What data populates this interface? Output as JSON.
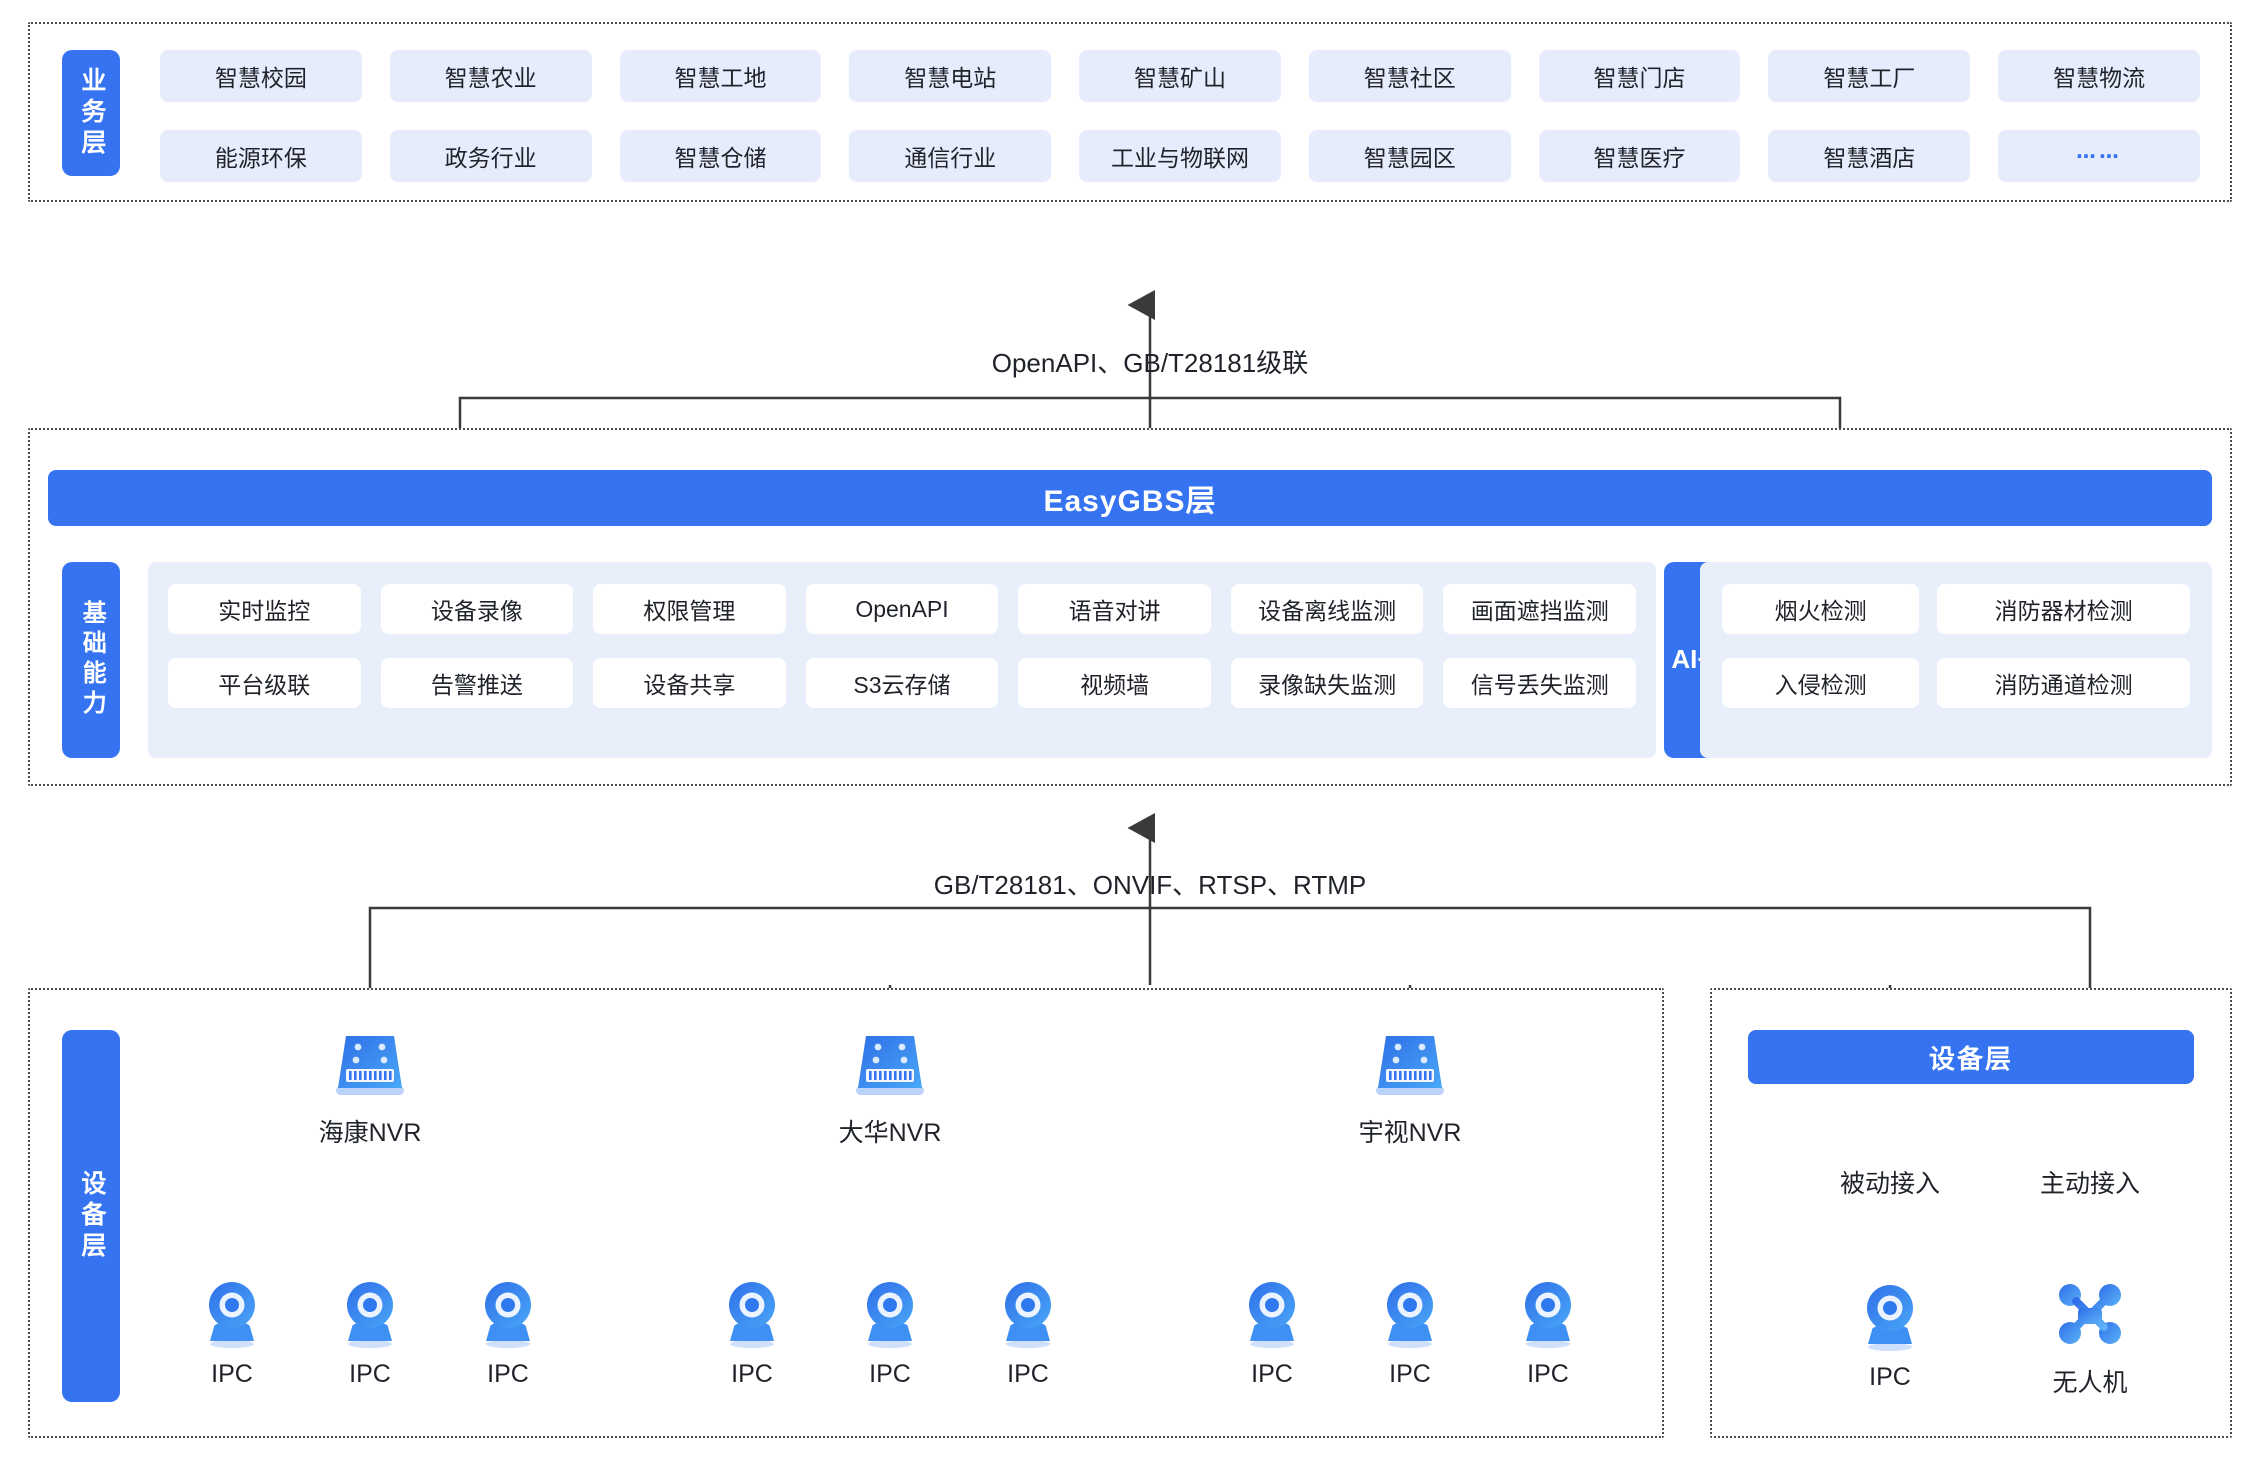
{
  "layers": {
    "business": {
      "side_label": "业务层",
      "items": [
        "智慧校园",
        "智慧农业",
        "智慧工地",
        "智慧电站",
        "智慧矿山",
        "智慧社区",
        "智慧门店",
        "智慧工厂",
        "智慧物流",
        "能源环保",
        "政务行业",
        "智慧仓储",
        "通信行业",
        "工业与物联网",
        "智慧园区",
        "智慧医疗",
        "智慧酒店",
        "⋯⋯"
      ]
    },
    "easygbs": {
      "title": "EasyGBS层",
      "side_label": "基础能力",
      "ability_items": [
        "实时监控",
        "设备录像",
        "权限管理",
        "OpenAPI",
        "语音对讲",
        "设备离线监测",
        "画面遮挡监测",
        "平台级联",
        "告警推送",
        "设备共享",
        "S3云存储",
        "视频墙",
        "录像缺失监测",
        "信号丢失监测"
      ],
      "ai_label": "AI+",
      "ai_items": [
        "烟火检测",
        "消防器材检测",
        "入侵检测",
        "消防通道检测"
      ]
    },
    "device": {
      "side_label": "设备层",
      "right_title": "设备层",
      "nvrs": [
        {
          "name": "海康NVR",
          "children": [
            "IPC",
            "IPC",
            "IPC"
          ]
        },
        {
          "name": "大华NVR",
          "children": [
            "IPC",
            "IPC",
            "IPC"
          ]
        },
        {
          "name": "宇视NVR",
          "children": [
            "IPC",
            "IPC",
            "IPC"
          ]
        }
      ],
      "right_modes": [
        {
          "mode": "被动接入",
          "device": "IPC",
          "icon": "camera-icon"
        },
        {
          "mode": "主动接入",
          "device": "无人机",
          "icon": "drone-icon"
        }
      ]
    }
  },
  "connectors": {
    "top": "OpenAPI、GB/T28181级联",
    "bottom": "GB/T28181、ONVIF、RTSP、RTMP"
  },
  "colors": {
    "brand_blue": "#3573f0",
    "chip_bg": "#e7ecfd",
    "panel_bg": "#e9eefb",
    "line": "#3a3a3a",
    "text": "#1f2329"
  }
}
